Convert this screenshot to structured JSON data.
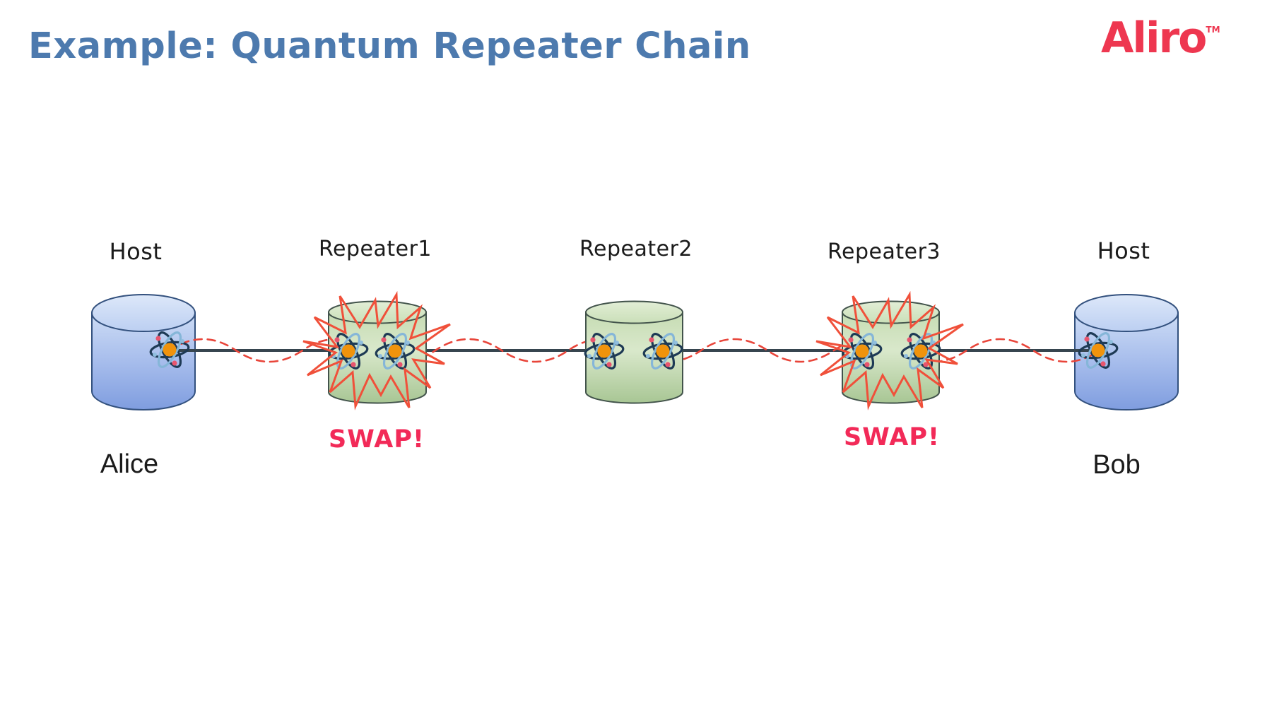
{
  "slide": {
    "title": "Example: Quantum Repeater Chain",
    "logo": {
      "brand": "Aliro",
      "trademark": "TM"
    }
  },
  "diagram": {
    "nodes": [
      {
        "role": "host",
        "label": "Host",
        "name": "Alice"
      },
      {
        "role": "repeater",
        "label": "Repeater1",
        "swap": "SWAP!"
      },
      {
        "role": "repeater",
        "label": "Repeater2"
      },
      {
        "role": "repeater",
        "label": "Repeater3",
        "swap": "SWAP!"
      },
      {
        "role": "host",
        "label": "Host",
        "name": "Bob"
      }
    ],
    "icons": {
      "atom": "atom-icon",
      "burst": "starburst-icon",
      "host_shape": "blue-cylinder",
      "repeater_shape": "green-cylinder"
    },
    "colors": {
      "title_blue": "#4d7aae",
      "brand_red": "#ee3750",
      "swap_pink": "#f22a58",
      "burst_red_orange": "#f0503a",
      "wave_red": "#e8453a",
      "channel_line": "#36454f",
      "host_cylinder_blue": "#9cb5e9",
      "repeater_cylinder_green": "#c6dcb3",
      "atom_orbit_navy": "#1e3a55",
      "atom_orbit_light_blue": "#85b6d8",
      "atom_nucleus_orange": "#f0930c",
      "electron_red": "#e8556e"
    }
  }
}
